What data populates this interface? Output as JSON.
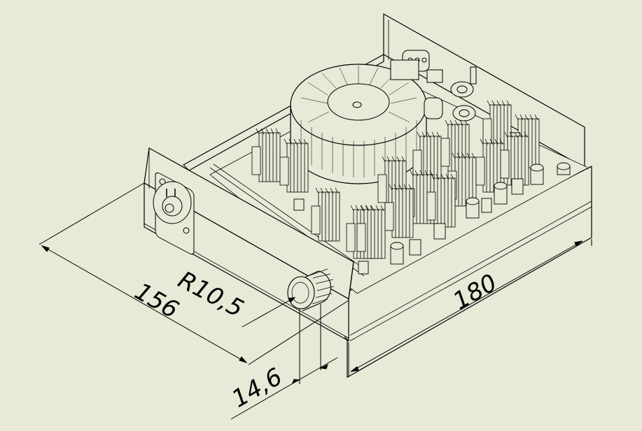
{
  "drawing": {
    "background": "#e8e9d6",
    "line_color": "#000000",
    "subject": "enclosure-isometric"
  },
  "dimensions": {
    "radius": "R10,5",
    "depth": "156",
    "knob": "14,6",
    "width": "180"
  }
}
